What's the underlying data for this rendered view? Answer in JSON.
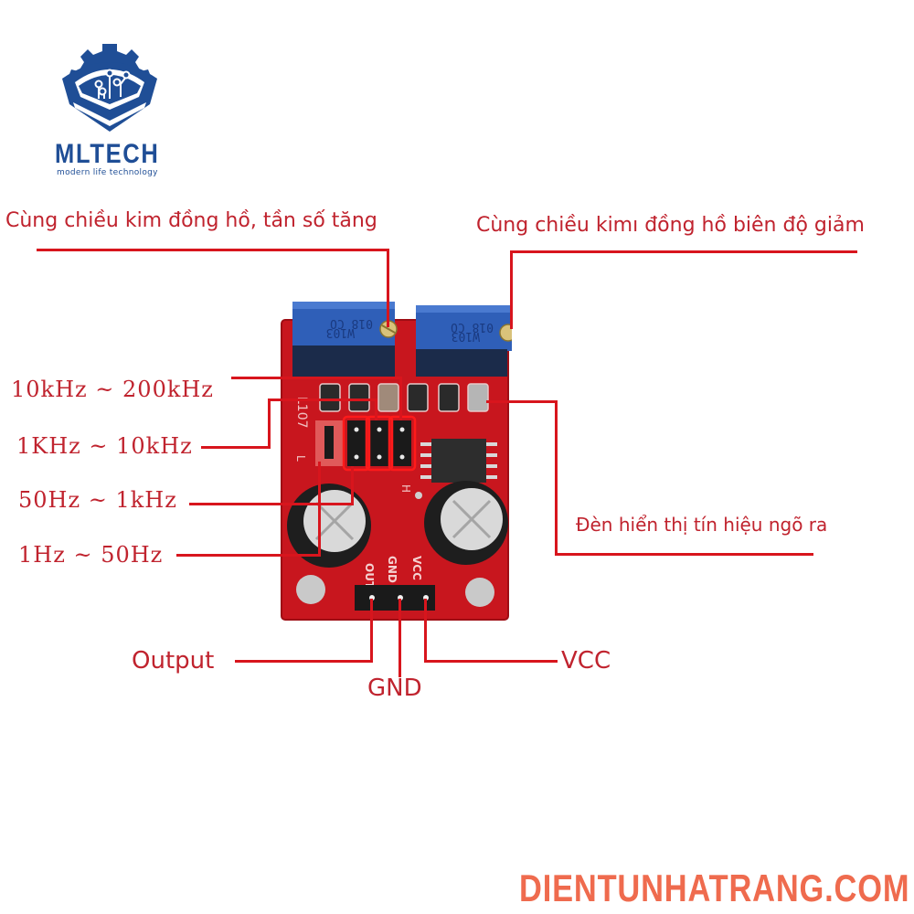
{
  "logo": {
    "brand": "MLTECH",
    "tagline": "modern life technology",
    "icon": "gear-circuit-shield-icon",
    "color": "#1f4e96"
  },
  "annotations": {
    "pot_left": "Cùng chiều kim đồng hồ, tần số tăng",
    "pot_right": "Cùng chiều  kimı đồng hồ biên độ giảm",
    "freq_ranges": [
      "10kHz ~ 200kHz",
      "1KHz ~ 10kHz",
      "50Hz ~ 1kHz",
      "1Hz ~ 50Hz"
    ],
    "led_indicator": "Đèn hiển thị tín hiệu ngõ ra",
    "pins": {
      "output": "Output",
      "gnd": "GND",
      "vcc": "VCC"
    }
  },
  "board": {
    "silk_model": "L107",
    "silk_pin_out": "OUT",
    "silk_pin_gnd": "GND",
    "silk_pin_vcc": "VCC",
    "silk_h": "H",
    "silk_l": "L",
    "pot_marking_top": "018 CO",
    "pot_marking_bottom": "W103",
    "color": "#c8161e"
  },
  "watermark": "DIENTUNHATRANG.COM",
  "colors": {
    "annotation_text": "#c0232e",
    "leader_line": "#d8151d",
    "watermark": "#ef6b4e"
  }
}
